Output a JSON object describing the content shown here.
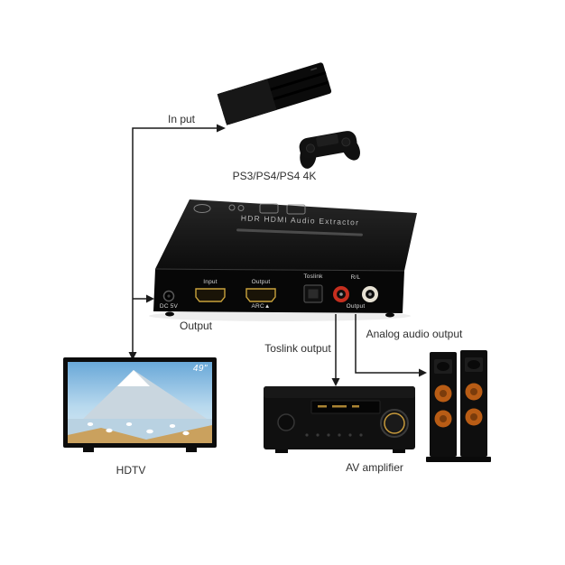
{
  "labels": {
    "in_put": "In put",
    "console": "PS3/PS4/PS4 4K",
    "output": "Output",
    "toslink_output": "Toslink output",
    "analog_audio_output": "Analog audio output",
    "hdtv": "HDTV",
    "av_amplifier": "AV amplifier"
  },
  "extractor": {
    "title": "HDR HDMI Audio Extractor",
    "ports": {
      "dc": "DC 5V",
      "input": "Input",
      "output": "Output",
      "arc": "ARC▲",
      "toslink": "Toslink",
      "rl": "R/L",
      "analog_out": "Output"
    },
    "top_icons": [
      "power-icon",
      "edid-switch-icon",
      "hd-badge-icon",
      "uhd-badge-icon"
    ]
  },
  "tv": {
    "size_badge": "49\""
  },
  "colors": {
    "line": "#1a1a1a",
    "hdmi_gold": "#c9a23c",
    "rca_red": "#c62f1f",
    "rca_white": "#e6e1d3",
    "speaker_cone": "#b85c15",
    "knob_gold": "#c89b3c",
    "sky_blue": "#69a8d8"
  }
}
